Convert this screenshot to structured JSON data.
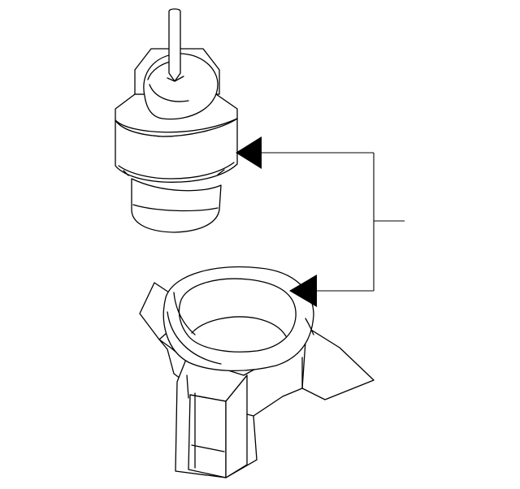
{
  "diagram": {
    "parts": [
      {
        "name": "sensor"
      },
      {
        "name": "bracket"
      }
    ],
    "callout": {
      "label": "",
      "targets": [
        "sensor",
        "bracket"
      ]
    },
    "colors": {
      "line": "#000000",
      "background": "#ffffff"
    }
  }
}
